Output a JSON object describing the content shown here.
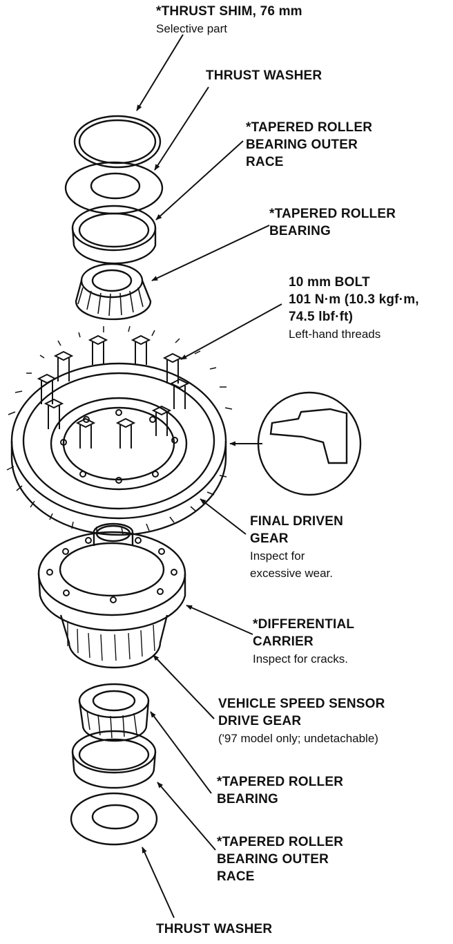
{
  "labels": {
    "thrust_shim": {
      "title": "*THRUST SHIM, 76 mm",
      "note": "Selective part"
    },
    "thrust_washer_top": {
      "title": "THRUST WASHER"
    },
    "outer_race_top": {
      "line1": "*TAPERED ROLLER",
      "line2": "BEARING OUTER",
      "line3": "RACE"
    },
    "bearing_top": {
      "line1": "*TAPERED ROLLER",
      "line2": "BEARING"
    },
    "bolt": {
      "line1": "10 mm BOLT",
      "line2": "101 N·m (10.3 kgf·m,",
      "line3": "74.5 lbf·ft)",
      "note": "Left-hand threads"
    },
    "final_gear": {
      "line1": "FINAL DRIVEN",
      "line2": "GEAR",
      "note1": "Inspect for",
      "note2": "excessive wear."
    },
    "carrier": {
      "line1": "*DIFFERENTIAL",
      "line2": "CARRIER",
      "note": "Inspect for cracks."
    },
    "vss_gear": {
      "line1": "VEHICLE SPEED SENSOR",
      "line2": "DRIVE GEAR",
      "note": "('97 model only; undetachable)"
    },
    "bearing_bottom": {
      "line1": "*TAPERED ROLLER",
      "line2": "BEARING"
    },
    "outer_race_bottom": {
      "line1": "*TAPERED ROLLER",
      "line2": "BEARING OUTER",
      "line3": "RACE"
    },
    "thrust_washer_bottom": {
      "title": "THRUST WASHER"
    }
  },
  "colors": {
    "ink": "#111111",
    "paper": "#ffffff"
  }
}
